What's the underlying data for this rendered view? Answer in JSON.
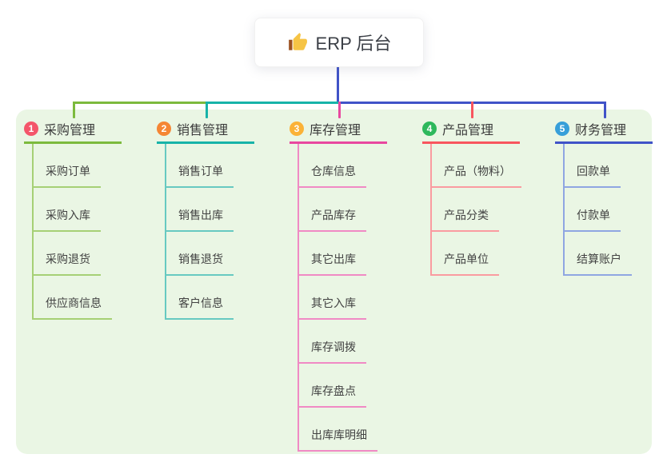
{
  "root": {
    "label": "ERP 后台",
    "icon": "thumbs-up",
    "icon_colors": {
      "hand": "#f6c445",
      "sleeve": "#9c5221"
    }
  },
  "panel": {
    "background": "#eaf6e4"
  },
  "connectors": {
    "root_line_color": "#4053c8"
  },
  "branches": [
    {
      "badge": "1",
      "badge_color": "#f4566a",
      "line_color": "#7cba3d",
      "child_line_color": "#a6d075",
      "title": "采购管理",
      "children": [
        "采购订单",
        "采购入库",
        "采购退货",
        "供应商信息"
      ]
    },
    {
      "badge": "2",
      "badge_color": "#f58634",
      "line_color": "#17b3a8",
      "child_line_color": "#67c9c1",
      "title": "销售管理",
      "children": [
        "销售订单",
        "销售出库",
        "销售退货",
        "客户信息"
      ]
    },
    {
      "badge": "3",
      "badge_color": "#fbb237",
      "line_color": "#e8489f",
      "child_line_color": "#f08ac4",
      "title": "库存管理",
      "children": [
        "仓库信息",
        "产品库存",
        "其它出库",
        "其它入库",
        "库存调拨",
        "库存盘点",
        "出库库明细"
      ]
    },
    {
      "badge": "4",
      "badge_color": "#2eb85c",
      "line_color": "#f8565e",
      "child_line_color": "#fa9ba0",
      "title": "产品管理",
      "children": [
        "产品（物料）",
        "产品分类",
        "产品单位"
      ]
    },
    {
      "badge": "5",
      "badge_color": "#379fd9",
      "line_color": "#4053c8",
      "child_line_color": "#8fa6e2",
      "title": "财务管理",
      "children": [
        "回款单",
        "付款单",
        "结算账户"
      ]
    }
  ]
}
